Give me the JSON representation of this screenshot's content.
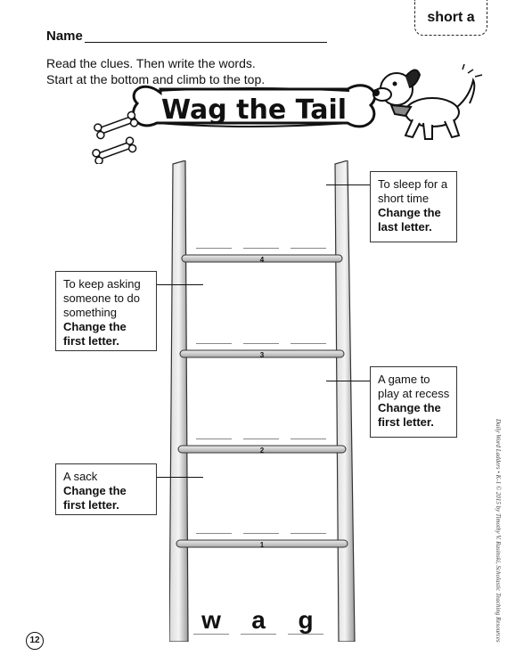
{
  "tag": "short a",
  "name_label": "Name",
  "instructions": [
    "Read the clues. Then write the words.",
    "Start at the bottom and climb to the top."
  ],
  "title": "Wag the Tail",
  "rungs": [
    "4",
    "3",
    "2",
    "1"
  ],
  "clues": [
    {
      "text": "To sleep for a short time",
      "hint": "Change the last letter."
    },
    {
      "text": "To keep asking someone to do something",
      "hint": "Change the first letter."
    },
    {
      "text": "A game to play at recess",
      "hint": "Change the first letter."
    },
    {
      "text": "A sack",
      "hint": "Change the first letter."
    }
  ],
  "start_word": [
    "w",
    "a",
    "g"
  ],
  "credit": "Daily Word Ladders • K-1 © 2015 by Timothy V. Rasinski, Scholastic Teaching Resources",
  "page_number": "12",
  "icons": [
    "bone-icon",
    "dog-icon",
    "ladder"
  ]
}
